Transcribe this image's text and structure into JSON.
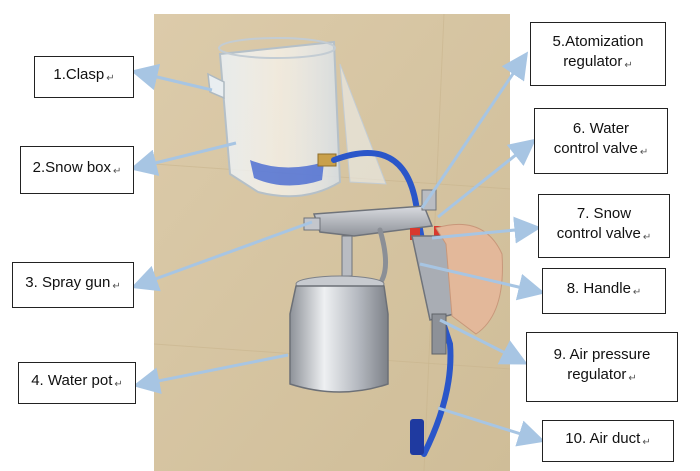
{
  "labels": [
    {
      "id": "clasp",
      "number": "1.",
      "text": "Clasp"
    },
    {
      "id": "snow-box",
      "number": "2.",
      "text": "Snow box"
    },
    {
      "id": "spray-gun",
      "number": "3.",
      "text": " Spray gun"
    },
    {
      "id": "water-pot",
      "number": "4.",
      "text": " Water pot"
    },
    {
      "id": "atomization",
      "number": "5.",
      "text": "Atomization\nregulator"
    },
    {
      "id": "water-valve",
      "number": "6.",
      "text": "    Water\ncontrol valve"
    },
    {
      "id": "snow-valve",
      "number": "7.",
      "text": "    Snow\ncontrol valve"
    },
    {
      "id": "handle",
      "number": "8.",
      "text": " Handle"
    },
    {
      "id": "air-pressure",
      "number": "9.",
      "text": " Air pressure\nregulator"
    },
    {
      "id": "air-duct",
      "number": "10.",
      "text": " Air duct"
    }
  ],
  "paragraph_mark": "↵",
  "colors": {
    "arrow": "#a7c5e3",
    "box_border": "#222222",
    "wall": "#d9c8a6",
    "hose": "#2a56c9",
    "metal": "#b9bcc2"
  }
}
